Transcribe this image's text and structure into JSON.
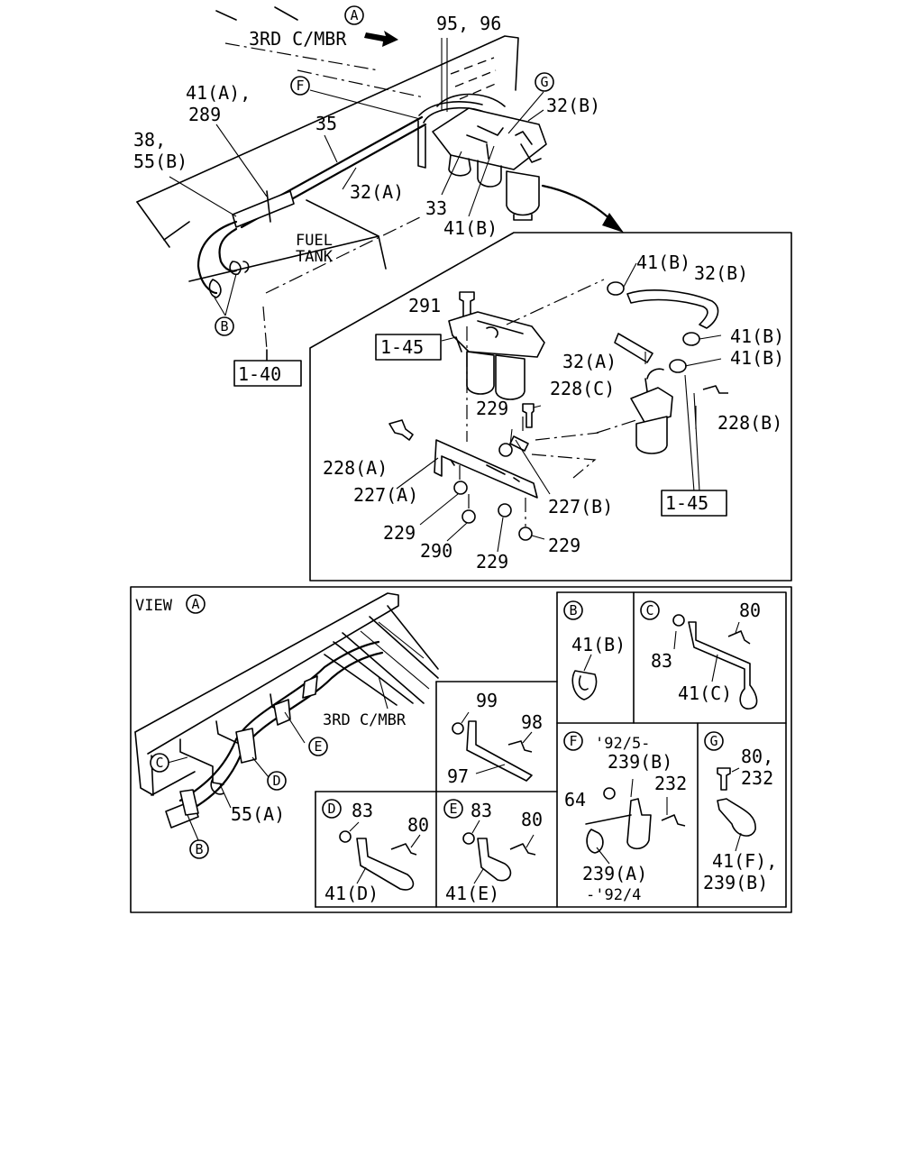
{
  "top": {
    "view_marker": "A",
    "labels": {
      "member": "3RD C/MBR",
      "p95_96": "95, 96",
      "f": "F",
      "g": "G",
      "p32b": "32(B)",
      "p41a": "41(A),",
      "p289": "289",
      "p35": "35",
      "p38": "38,",
      "p55b": "55(B)",
      "p32a": "32(A)",
      "p33": "33",
      "p41b": "41(B)",
      "fuel": "FUEL",
      "tank": "TANK",
      "b": "B",
      "ref140": "1-40"
    }
  },
  "detail": {
    "labels": {
      "p41b_1": "41(B)",
      "p32b": "32(B)",
      "p291": "291",
      "ref145_a": "1-45",
      "p41b_2": "41(B)",
      "p32a": "32(A)",
      "p41b_3": "41(B)",
      "p228c": "228(C)",
      "p229_1": "229",
      "p228b": "228(B)",
      "p228a": "228(A)",
      "p227a": "227(A)",
      "p227b": "227(B)",
      "ref145_b": "1-45",
      "p229_2": "229",
      "p290": "290",
      "p229_3": "229",
      "p229_4": "229"
    }
  },
  "view_a": {
    "title": "VIEW",
    "marker": "A",
    "labels": {
      "member": "3RD C/MBR",
      "c": "C",
      "d": "D",
      "e": "E",
      "b": "B",
      "p55a": "55(A)"
    }
  },
  "insets": {
    "b": {
      "marker": "B",
      "part": "41(B)"
    },
    "c": {
      "marker": "C",
      "p80": "80",
      "p83": "83",
      "part": "41(C)"
    },
    "nut": {
      "p99": "99",
      "p98": "98",
      "p97": "97"
    },
    "f": {
      "marker": "F",
      "note1": "'92/5-",
      "p239b": "239(B)",
      "p64": "64",
      "p232": "232",
      "p239a": "239(A)",
      "note2": "-'92/4"
    },
    "g": {
      "marker": "G",
      "p80": "80,",
      "p232": "232",
      "part1": "41(F),",
      "part2": "239(B)"
    },
    "d": {
      "marker": "D",
      "p83": "83",
      "p80": "80",
      "part": "41(D)"
    },
    "e": {
      "marker": "E",
      "p83": "83",
      "p80": "80",
      "part": "41(E)"
    }
  }
}
